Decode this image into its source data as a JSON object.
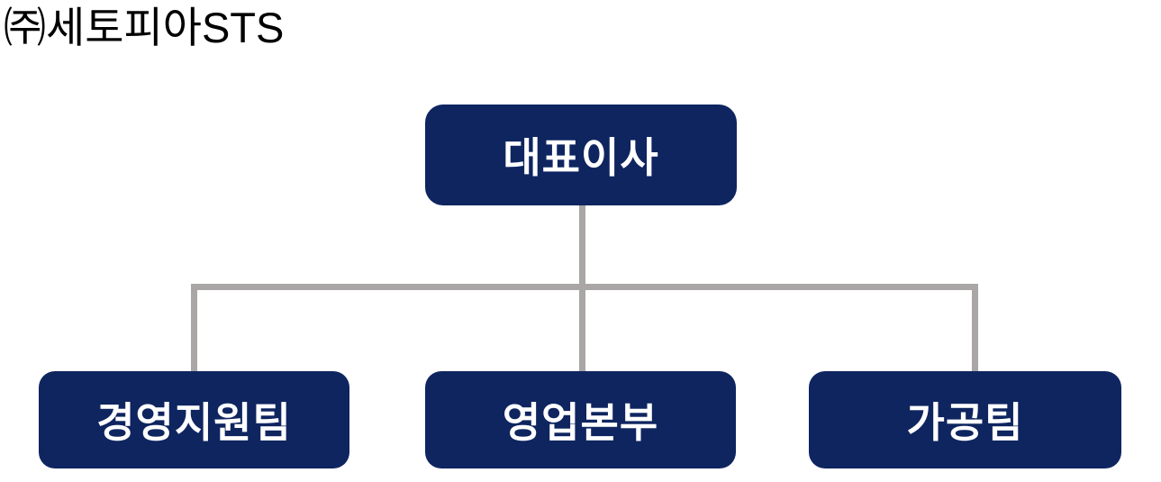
{
  "title": "㈜세토피아STS",
  "org_chart": {
    "type": "org-tree",
    "root": {
      "label": "대표이사"
    },
    "children": [
      {
        "label": "경영지원팀"
      },
      {
        "label": "영업본부"
      },
      {
        "label": "가공팀"
      }
    ]
  },
  "colors": {
    "background": "#FFFFFF",
    "box_fill": "#0F2560",
    "box_text": "#FFFFFF",
    "connector": "#A9A6A5",
    "title_text": "#000000"
  }
}
